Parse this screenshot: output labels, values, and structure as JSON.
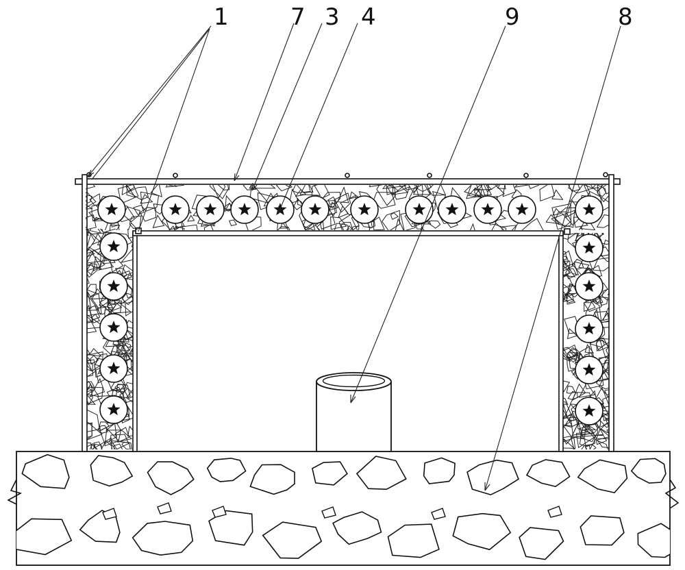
{
  "labels": {
    "l1": "1",
    "l7": "7",
    "l3": "3",
    "l4": "4",
    "l9": "9",
    "l8": "8"
  },
  "colors": {
    "line": "#111111",
    "background": "#ffffff"
  },
  "icons": {
    "ball_marker": "star-icon"
  }
}
